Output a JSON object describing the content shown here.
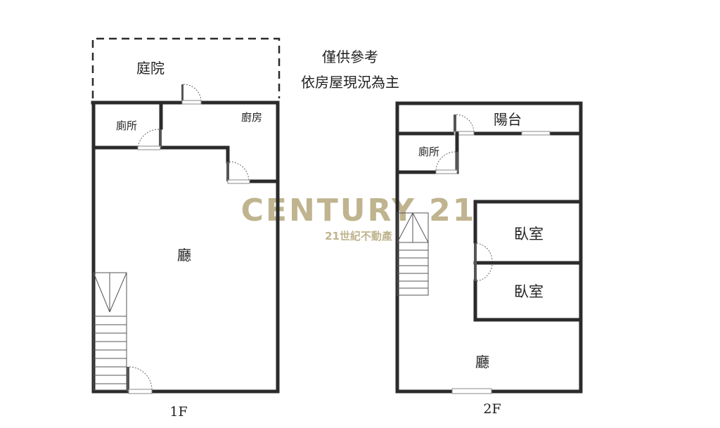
{
  "notes": [
    "僅供參考",
    "依房屋現況為主"
  ],
  "watermark": {
    "brand": "CENTURY 21",
    "reg_mark": "®",
    "sub": "21世紀不動產",
    "color": "#b5a77c"
  },
  "floor1": {
    "label": "1F",
    "rooms": {
      "courtyard": "庭院",
      "toilet": "廁所",
      "kitchen": "廚房",
      "living": "廳"
    }
  },
  "floor2": {
    "label": "2F",
    "rooms": {
      "balcony": "陽台",
      "toilet": "廁所",
      "bedroom1": "臥室",
      "bedroom2": "臥室",
      "living": "廳"
    }
  }
}
